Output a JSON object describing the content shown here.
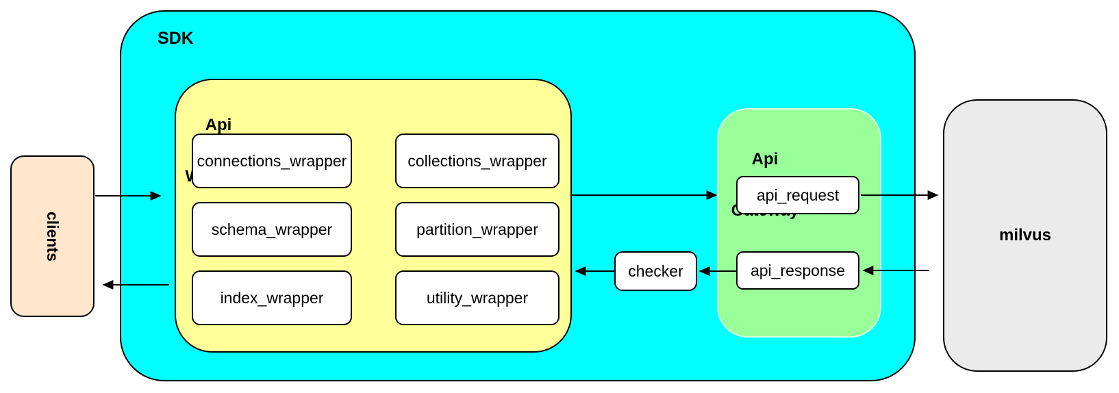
{
  "diagram": {
    "clients": {
      "label": "clients"
    },
    "sdk": {
      "label": "SDK"
    },
    "api_wrapper": {
      "label_line1": "Api",
      "label_line2": "Wrapper",
      "nodes": [
        {
          "label": "connections_wrapper"
        },
        {
          "label": "collections_wrapper"
        },
        {
          "label": "schema_wrapper"
        },
        {
          "label": "partition_wrapper"
        },
        {
          "label": "index_wrapper"
        },
        {
          "label": "utility_wrapper"
        }
      ]
    },
    "checker": {
      "label": "checker"
    },
    "api_gateway": {
      "label_line1": "Api",
      "label_line2": "Gateway",
      "nodes": [
        {
          "label": "api_request"
        },
        {
          "label": "api_response"
        }
      ]
    },
    "milvus": {
      "label": "milvus"
    },
    "colors": {
      "sdk_fill": "#00ffff",
      "api_wrapper_fill": "#ffff99",
      "api_gateway_fill": "#99ff99",
      "clients_fill": "#ffe6cc",
      "milvus_fill": "#ebebeb",
      "node_fill": "#ffffff",
      "stroke": "#000000"
    }
  }
}
